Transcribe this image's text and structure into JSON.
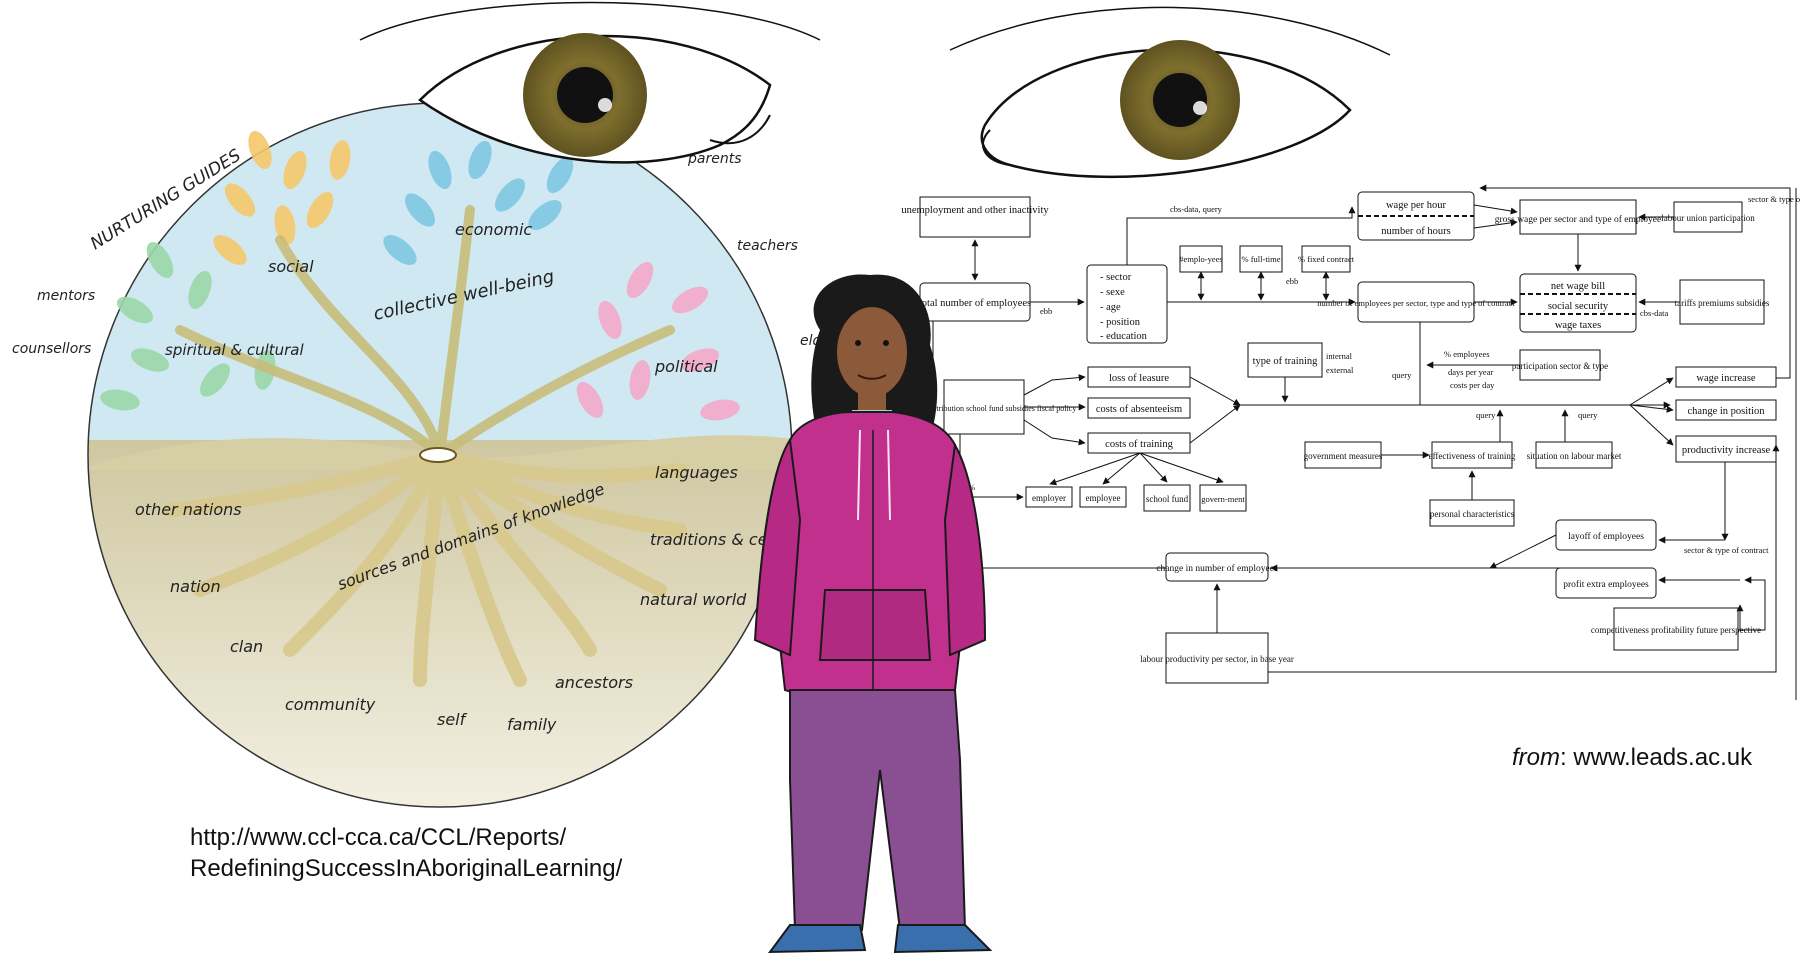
{
  "left": {
    "header": "NURTURING GUIDES",
    "guides": [
      "mentors",
      "counsellors",
      "parents",
      "teachers",
      "elders"
    ],
    "center_label": "collective well-being",
    "leaves": [
      "social",
      "economic",
      "spiritual & cultural",
      "political"
    ],
    "roots_label": "sources and domains of knowledge",
    "roots": [
      "other nations",
      "nation",
      "clan",
      "community",
      "self",
      "family",
      "ancestors",
      "natural world",
      "traditions & ceremonies",
      "languages"
    ],
    "source_url": "http://www.ccl-cca.ca/CCL/Reports/\nRedefiningSuccessInAboriginalLearning/"
  },
  "right": {
    "source_prefix": "from",
    "source_url": ": www.leads.ac.uk",
    "boxes": {
      "unemployment": "unemployment and other inactivity",
      "total_employees": "total number of employees",
      "attributes": [
        "- sector",
        "- sexe",
        "- age",
        "- position",
        "- education"
      ],
      "wage_per_hour": "wage per hour",
      "number_of_hours": "number of hours",
      "gross_wage": "gross wage per sector and type of employee",
      "labour_union": "labour union participation",
      "num_employees_pct": "#emplo-yees",
      "pct_fulltime": "% full-time",
      "pct_fixed": "% fixed contract",
      "num_employees_sector": "number of employees per sector, type and type of contract",
      "net_wage_bill": "net wage bill",
      "social_security": "social security",
      "wage_taxes": "wage taxes",
      "tariffs": "tariffs premiums subsidies",
      "type_training": "type of training",
      "participation": "participation sector & type",
      "employee_contribution": "employee contribution school fund subsidies fiscal policy",
      "loss_leasure": "loss of leasure",
      "costs_absenteeism": "costs of absenteeism",
      "costs_training": "costs of training",
      "wage_increase": "wage increase",
      "change_position": "change in position",
      "productivity_increase": "productivity increase",
      "government_measures": "government measures",
      "effectiveness": "effectiveness of training",
      "situation": "situation on labour market",
      "personal": "personal characteristics",
      "employer": "employer",
      "employee": "employee",
      "school_fund": "school fund",
      "government": "govern-ment",
      "change_number": "change in number of employees",
      "layoff": "layoff of employees",
      "profit": "profit extra employees",
      "competitiveness": "competitiveness profitability future perspective",
      "labour_productivity": "labour productivity per sector, in base year"
    },
    "annotations": {
      "cbs_query": "cbs-data, query",
      "ebb1": "ebb",
      "ebb2": "ebb",
      "cbs_data": "cbs-data",
      "sector_type": "sector & type of contract",
      "sector_type2": "sector & type of contract",
      "internal": "internal",
      "external": "external",
      "query1": "query",
      "query2": "query",
      "query3": "query",
      "pct_employees": "% employees",
      "days_per_year": "days per year",
      "costs_per_day": "costs per day",
      "pct": "%"
    }
  },
  "colors": {
    "iris": "#7a6a2a",
    "sky": "#cfe8f2",
    "earth": "#d9d2a8",
    "roots": "#d8c98e",
    "hoodie": "#c2308e",
    "pants": "#8a4f93",
    "skin": "#8a5a3a"
  }
}
